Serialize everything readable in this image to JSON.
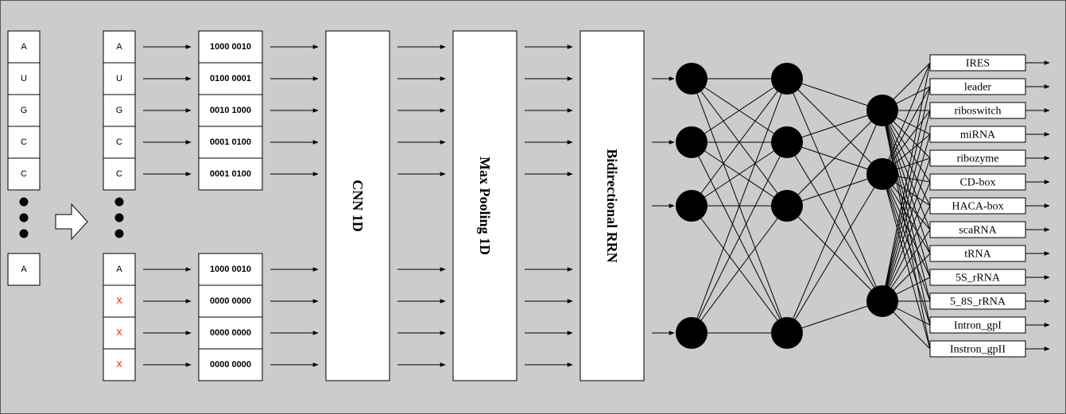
{
  "colors": {
    "background": "#cccccc",
    "box_fill": "#ffffff",
    "stroke": "#000000",
    "padding_token": "#ff0000"
  },
  "input_sequence": {
    "top": [
      "A",
      "U",
      "G",
      "C",
      "C"
    ],
    "bottom": [
      "A"
    ]
  },
  "padded_sequence": {
    "top": [
      "A",
      "U",
      "G",
      "C",
      "C"
    ],
    "bottom": [
      "A",
      "X",
      "X",
      "X"
    ]
  },
  "one_hot": {
    "top": [
      "1000  0010",
      "0100  0001",
      "0010  1000",
      "0001  0100",
      "0001  0100"
    ],
    "bottom": [
      "1000  0010",
      "0000  0000",
      "0000  0000",
      "0000  0000"
    ]
  },
  "layers": {
    "cnn": "CNN 1D",
    "pool": "Max Pooling 1D",
    "rnn": "Bidirectional RRN"
  },
  "classes": [
    "IRES",
    "leader",
    "riboswitch",
    "miRNA",
    "ribozyme",
    "CD-box",
    "HACA-box",
    "scaRNA",
    "tRNA",
    "5S_rRNA",
    "5_8S_rRNA",
    "Intron_gpI",
    "Instron_gpII"
  ]
}
